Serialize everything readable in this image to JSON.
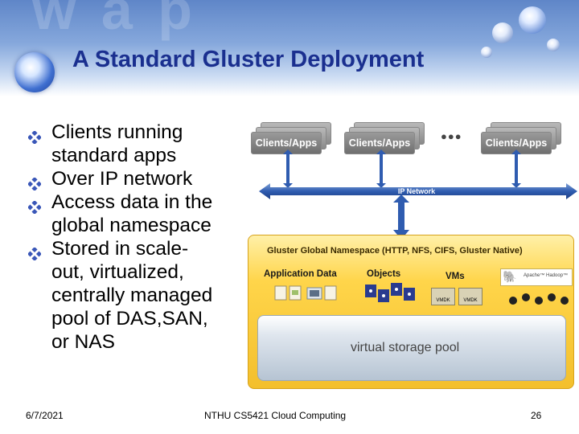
{
  "slide": {
    "title": "A Standard Gluster Deployment",
    "bullets": [
      {
        "line1": "Clients running",
        "line2": "standard apps"
      },
      {
        "line1": "Over IP network",
        "line2": ""
      },
      {
        "line1": "Access data in the",
        "line2": "global namespace"
      },
      {
        "line1": "Stored in scale-",
        "line2": "out, virtualized,",
        "line3": "centrally managed",
        "line4": "pool of DAS,SAN,",
        "line5": "or NAS"
      }
    ]
  },
  "diagram": {
    "clients": [
      {
        "label": "Clients/Apps"
      },
      {
        "label": "Clients/Apps"
      },
      {
        "label": "Clients/Apps"
      }
    ],
    "ellipsis": "●●●",
    "network_label": "IP Network",
    "namespace_label": "Gluster Global Namespace (HTTP, NFS, CIFS, Gluster Native)",
    "sections": {
      "app_data": "Application Data",
      "objects": "Objects",
      "vms": "VMs",
      "hadoop": "Apache™ Hadoop™",
      "vmdk": "VMDK"
    },
    "storage_pool_label": "virtual storage pool"
  },
  "footer": {
    "date": "6/7/2021",
    "course": "NTHU CS5421 Cloud Computing",
    "page": "26"
  },
  "colors": {
    "title": "#1a2f8f",
    "bullet_mark": "#3a57b8",
    "pool_yellow": "#f3bf2c"
  }
}
